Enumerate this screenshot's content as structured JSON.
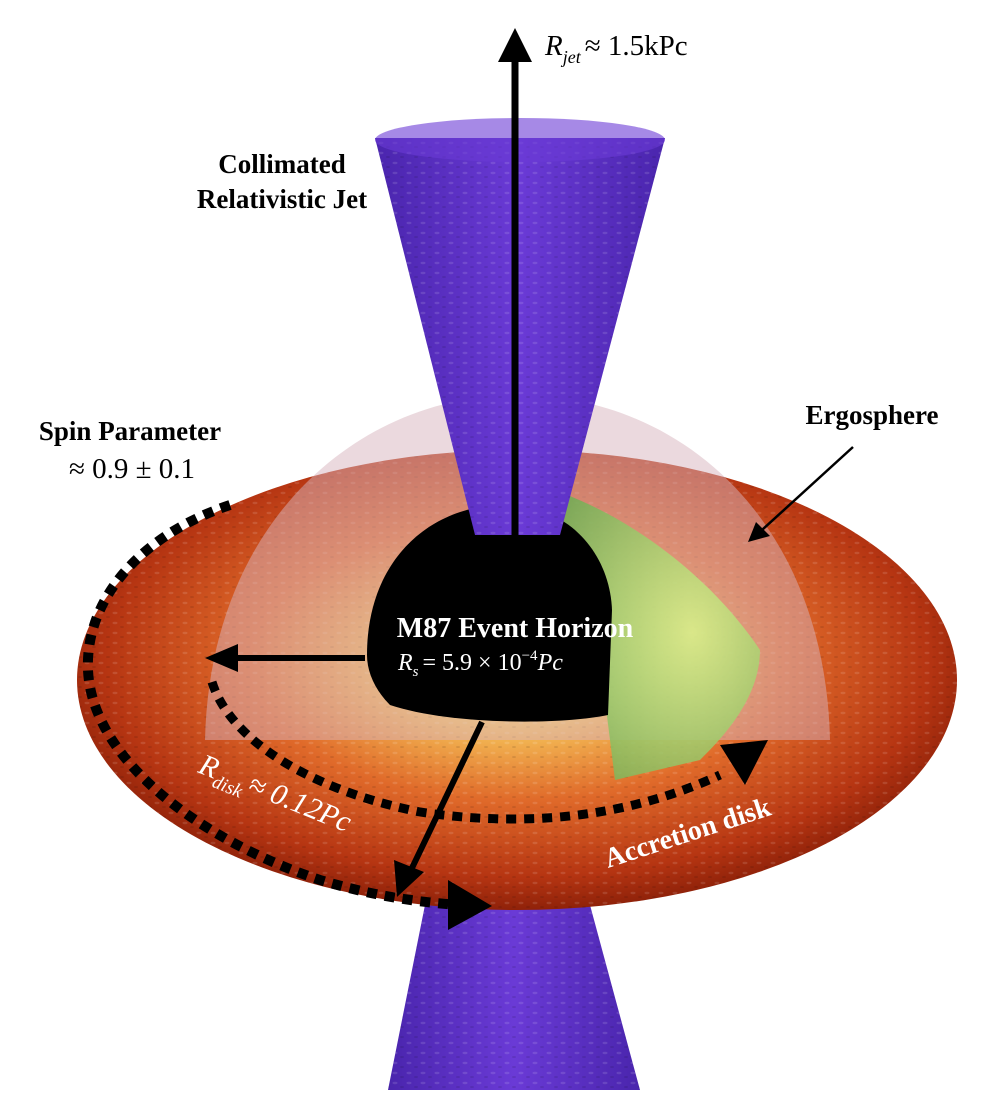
{
  "diagram": {
    "labels": {
      "jet_title_line1": "Collimated",
      "jet_title_line2": "Relativistic Jet",
      "jet_radius_symbol": "R",
      "jet_radius_sub": "jet",
      "jet_radius_value": "≈ 1.5kPc",
      "spin_title": "Spin Parameter",
      "spin_value": "≈ 0.9 ± 0.1",
      "ergosphere": "Ergosphere",
      "horizon_title": "M87 Event Horizon",
      "horizon_radius_symbol": "R",
      "horizon_radius_sub": "s",
      "horizon_radius_value": "= 5.9 × 10",
      "horizon_radius_exp": "−4",
      "horizon_radius_unit": "Pc",
      "disk_radius_symbol": "R",
      "disk_radius_sub": "disk",
      "disk_radius_value": "≈ 0.12Pc",
      "accretion_disk": "Accretion disk"
    },
    "colors": {
      "jet": "#5a2fc0",
      "jet_dark": "#3f1f99",
      "disk_outer": "#b0300f",
      "disk_mid": "#e06a2a",
      "disk_inner": "#f6c45a",
      "ergosphere": "#c9a7b0",
      "horizon": "#000000",
      "green_segment": "#7fbf5a",
      "text_dark": "#000000",
      "text_light": "#ffffff"
    }
  }
}
